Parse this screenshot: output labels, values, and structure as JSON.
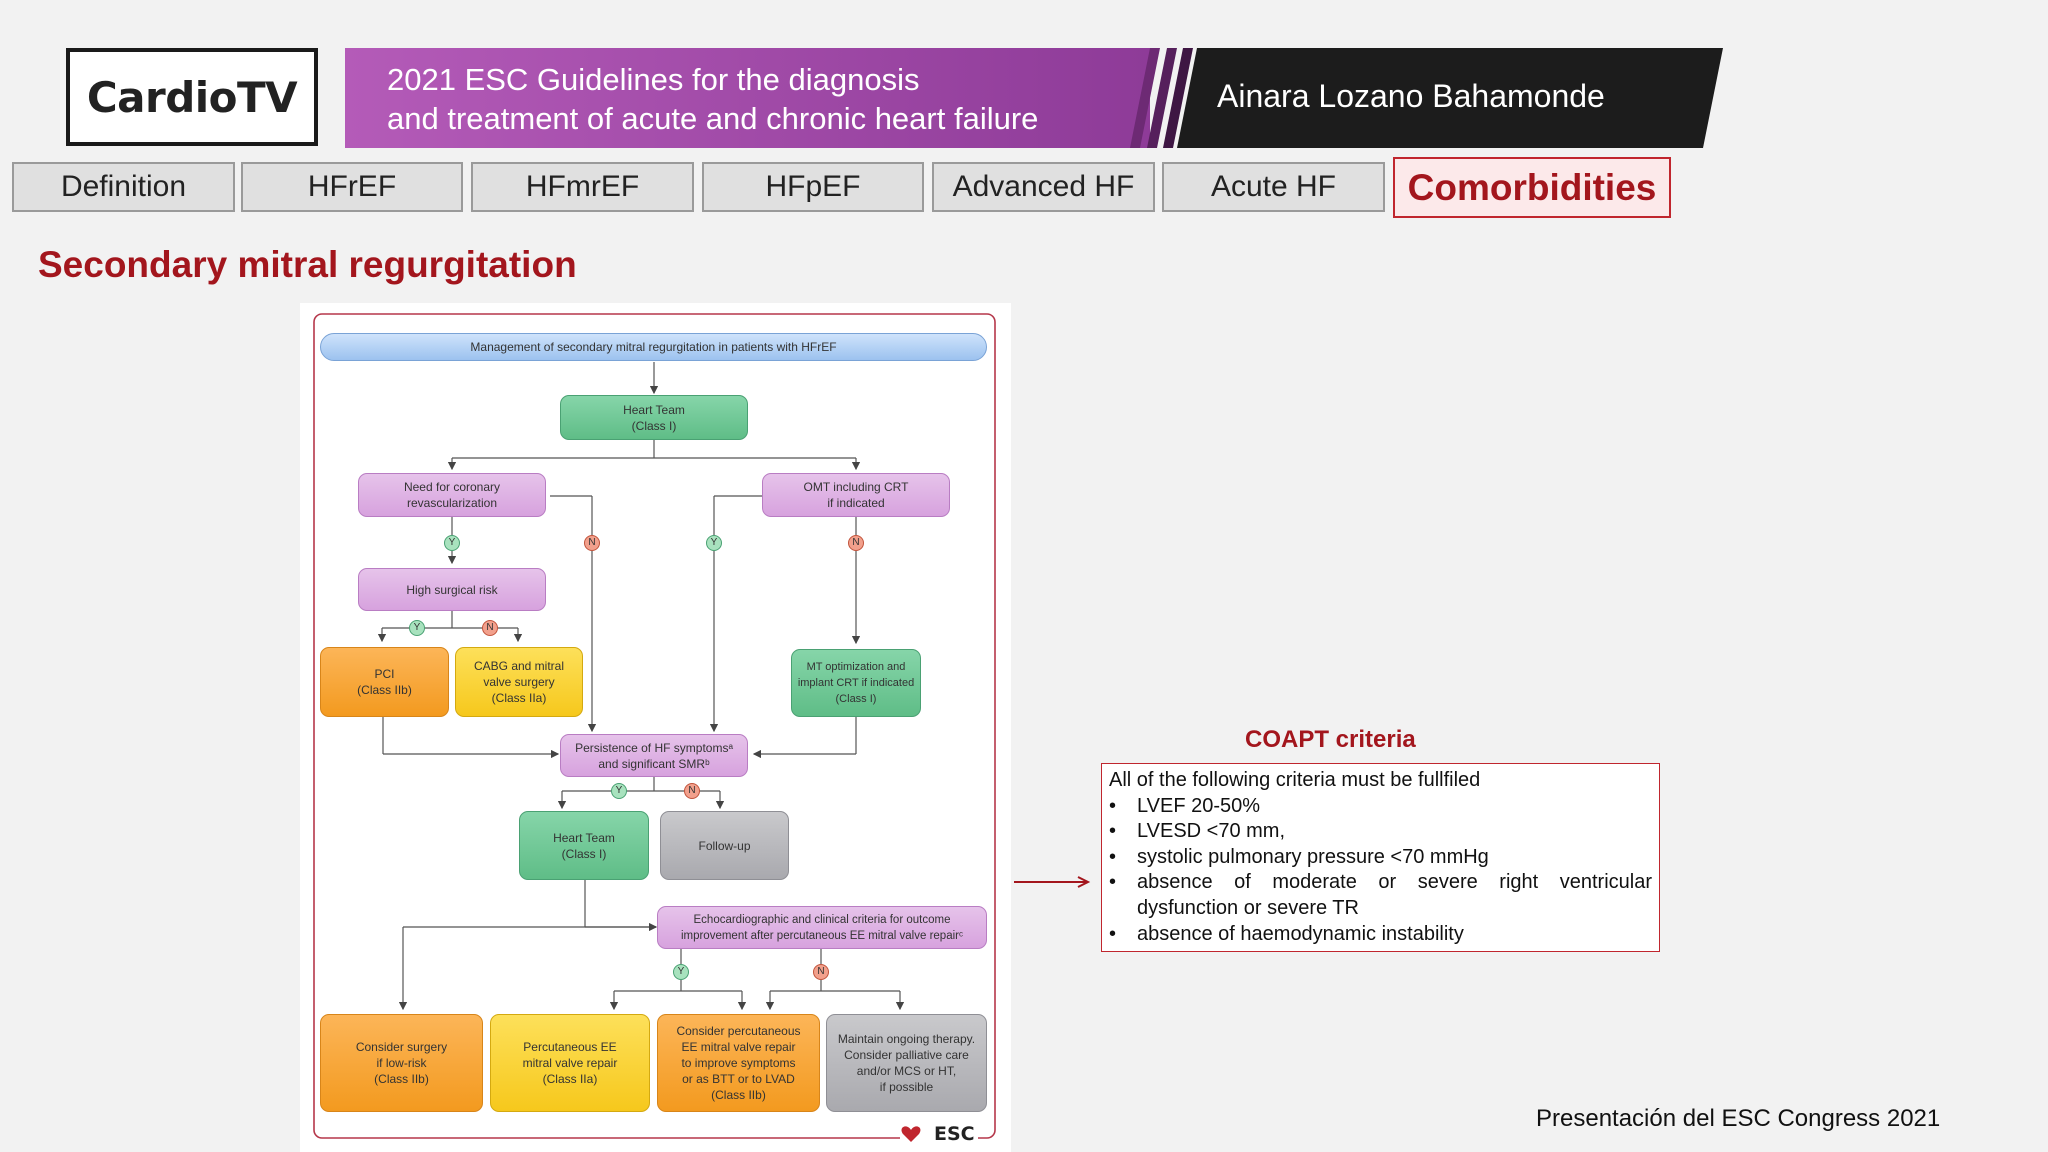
{
  "header": {
    "logo": "CardioTV",
    "title_line1": "2021 ESC Guidelines for the diagnosis",
    "title_line2": "and treatment of acute and chronic heart failure",
    "author": "Ainara Lozano Bahamonde",
    "colors": {
      "banner_purple": "#9b3fa3",
      "banner_dark": "#1c1c1c",
      "accent_red": "#a3161d"
    }
  },
  "tabs": [
    {
      "label": "Definition"
    },
    {
      "label": "HFrEF"
    },
    {
      "label": "HFmrEF"
    },
    {
      "label": "HFpEF"
    },
    {
      "label": "Advanced HF"
    },
    {
      "label": "Acute HF"
    },
    {
      "label": "Comorbidities",
      "active": true
    }
  ],
  "section_title": "Secondary mitral regurgitation",
  "flowchart": {
    "top": "Management of secondary mitral regurgitation in patients with HFrEF",
    "heart_team_1": "Heart Team\n(Class I)",
    "need_revasc": "Need for coronary\nrevascularization",
    "omt": "OMT including CRT\nif indicated",
    "high_risk": "High surgical risk",
    "pci": "PCI\n(Class IIb)",
    "cabg": "CABG and mitral\nvalve surgery\n(Class IIa)",
    "mt_opt": "MT optimization and\nimplant CRT if indicated\n(Class I)",
    "persistence": "Persistence of HF symptomsᵃ\nand significant SMRᵇ",
    "heart_team_2": "Heart Team\n(Class I)",
    "follow_up": "Follow-up",
    "echo": "Echocardiographic and clinical criteria for outcome\nimprovement after percutaneous EE mitral valve repairᶜ",
    "surgery": "Consider surgery\nif low-risk\n(Class IIb)",
    "perc_repair": "Percutaneous EE\nmitral valve repair\n(Class IIa)",
    "consider_perc": "Consider percutaneous\nEE mitral valve repair\nto improve symptoms\nor as BTT or to LVAD\n(Class IIb)",
    "maintain": "Maintain ongoing therapy.\nConsider palliative care\nand/or MCS or HT,\nif possible",
    "yes": "Y",
    "no": "N",
    "esc_logo": "ESC"
  },
  "criteria": {
    "title": "COAPT criteria",
    "intro": "All of the following criteria must be fullfiled",
    "items": [
      "LVEF 20-50%",
      "LVESD <70 mm,",
      "systolic pulmonary pressure <70 mmHg",
      "absence of moderate or severe right ventricular dysfunction or severe TR",
      "absence of haemodynamic instability"
    ]
  },
  "footer": "Presentación del ESC Congress 2021"
}
